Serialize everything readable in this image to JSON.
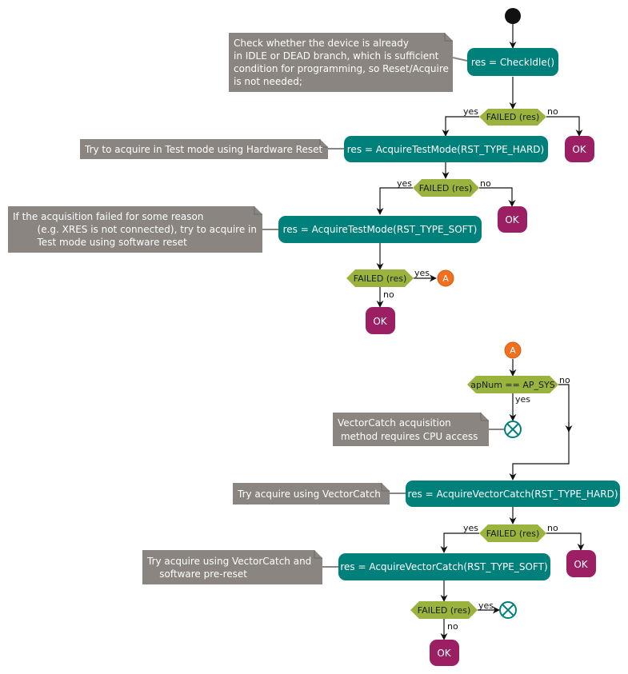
{
  "colors": {
    "action": "#00807a",
    "ok": "#9b1f62",
    "decision": "#99b33d",
    "note": "#8a8580",
    "connector": "#f07020",
    "line": "#111111",
    "start": "#111111",
    "end_stroke": "#00807a"
  },
  "notes": {
    "check_idle": [
      "Check whether the device is already",
      "in IDLE or DEAD branch, which is sufficient",
      "condition for programming, so Reset/Acquire",
      "is not needed;"
    ],
    "hard_reset": [
      "Try to acquire in Test mode using Hardware Reset"
    ],
    "soft_reset": [
      "If the acquisition failed for some reason",
      "        (e.g. XRES is not connected), try to acquire in",
      "        Test mode using software reset"
    ],
    "vector_catch_cpu": [
      "VectorCatch acquisition",
      " method requires CPU access"
    ],
    "vector_catch": [
      "Try acquire using VectorCatch"
    ],
    "vector_catch_soft": [
      "Try acquire using VectorCatch and",
      "    software pre-reset"
    ]
  },
  "actions": {
    "check_idle": "res = CheckIdle()",
    "acquire_test_hard": "res = AcquireTestMode(RST_TYPE_HARD)",
    "acquire_test_soft": "res = AcquireTestMode(RST_TYPE_SOFT)",
    "vector_catch_hard": "res = AcquireVectorCatch(RST_TYPE_HARD)",
    "vector_catch_soft": "res = AcquireVectorCatch(RST_TYPE_SOFT)"
  },
  "decisions": {
    "failed_res": "FAILED (res)",
    "apnum": "apNum == AP_SYS"
  },
  "ok_label": "OK",
  "edge_labels": {
    "yes": "yes",
    "no": "no"
  },
  "connector_label": "A"
}
